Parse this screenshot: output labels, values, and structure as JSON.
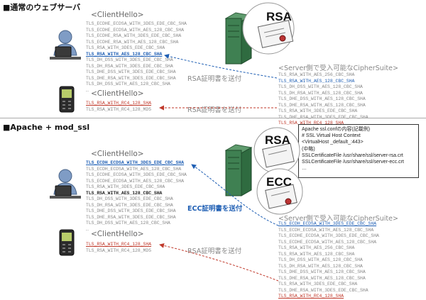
{
  "sections": {
    "normal": "■通常のウェブサーバ",
    "apache": "■Apache + mod_ssl"
  },
  "client_hello": "<ClientHello>",
  "server_suites_title": "<Server側で受入可能なCipherSuite>",
  "send_rsa": "RSA証明書を送付",
  "send_ecc": "ECC証明書を送付",
  "cert_labels": {
    "rsa": "RSA",
    "ecc": "ECC"
  },
  "top_pc_list": [
    "TLS_ECDHE_ECDSA_WITH_3DES_EDE_CBC_SHA",
    "TLS_ECDHE_ECDSA_WITH_AES_128_CBC_SHA",
    "TLS_ECDHE_RSA_WITH_3DES_EDE_CBC_SHA",
    "TLS_ECDHE_RSA_WITH_AES_128_CBC_SHA",
    "TLS_RSA_WITH_3DES_EDE_CBC_SHA",
    "TLS_RSA_WITH_AES_128_CBC_SHA",
    "TLS_DH_DSS_WITH_3DES_EDE_CBC_SHA",
    "TLS_DH_RSA_WITH_3DES_EDE_CBC_SHA",
    "TLS_DHE_DSS_WITH_3DES_EDE_CBC_SHA",
    "TLS_DHE_RSA_WITH_3DES_EDE_CBC_SHA",
    "TLS_DH_DSS_WITH_AES_128_CBC_SHA",
    "…"
  ],
  "top_mobile_list": [
    "TLS_RSA_WITH_RC4_128_SHA",
    "TLS_RSA_WITH_RC4_128_MD5"
  ],
  "top_server_list": [
    "TLS_RSA_WITH_AES_256_CBC_SHA",
    "TLS_RSA_WITH_AES_128_CBC_SHA",
    "TLS_DH_DSS_WITH_AES_128_CBC_SHA",
    "TLS_DH_RSA_WITH_AES_128_CBC_SHA",
    "TLS_DHE_DSS_WITH_AES_128_CBC_SHA",
    "TLS_DHE_RSA_WITH_AES_128_CBC_SHA",
    "TLS_RSA_WITH_3DES_EDE_CBC_SHA",
    "TLS_DHE_RSA_WITH_3DES_EDE_CBC_SHA",
    "TLS_RSA_WITH_RC4_128_SHA"
  ],
  "bottom_pc_list": [
    "TLS_ECDH_ECDSA_WITH_3DES_EDE_CBC_SHA",
    "TLS_ECDH_ECDSA_WITH_AES_128_CBC_SHA",
    "TLS_ECDHE_ECDSA_WITH_3DES_EDE_CBC_SHA",
    "TLS_ECDHE_ECDSA_WITH_AES_128_CBC_SHA",
    "TLS_RSA_WITH_3DES_EDE_CBC_SHA",
    "TLS_RSA_WITH_AES_128_CBC_SHA",
    "TLS_DH_DSS_WITH_3DES_EDE_CBC_SHA",
    "TLS_DH_RSA_WITH_3DES_EDE_CBC_SHA",
    "TLS_DHE_DSS_WITH_3DES_EDE_CBC_SHA",
    "TLS_DHE_RSA_WITH_3DES_EDE_CBC_SHA",
    "TLS_DH_DSS_WITH_AES_128_CBC_SHA",
    "…"
  ],
  "bottom_mobile_list": [
    "TLS_RSA_WITH_RC4_128_SHA",
    "TLS_RSA_WITH_RC4_128_MD5"
  ],
  "bottom_server_list": [
    "TLS_ECDH_ECDSA_WITH_3DES_EDE_CBC_SHA",
    "TLS_ECDH_ECDSA_WITH_AES_128_CBC_SHA",
    "TLS_ECDHE_ECDSA_WITH_3DES_EDE_CBC_SHA",
    "TLS_ECDHE_ECDSA_WITH_AES_128_CBC_SHA",
    "TLS_RSA_WITH_AES_256_CBC_SHA",
    "TLS_RSA_WITH_AES_128_CBC_SHA",
    "TLS_DH_DSS_WITH_AES_128_CBC_SHA",
    "TLS_DH_RSA_WITH_AES_128_CBC_SHA",
    "TLS_DHE_DSS_WITH_AES_128_CBC_SHA",
    "TLS_DHE_RSA_WITH_AES_128_CBC_SHA",
    "TLS_RSA_WITH_3DES_EDE_CBC_SHA",
    "TLS_DHE_RSA_WITH_3DES_EDE_CBC_SHA",
    "TLS_RSA_WITH_RC4_128_SHA"
  ],
  "config_lines": [
    "Apache ssl.confの内容(記載例)",
    "#  SSL Virtual Host Context",
    "<VirtualHost _default_:443>",
    "(中略)",
    "SSLCertificateFile /usr/share/ssl/server-rsa.crt",
    "SSLCertificateFile /usr/share/ssl/server-ecc.crt",
    "…"
  ],
  "colors": {
    "blue": "#1f5fb4",
    "red": "#c0392b",
    "gray": "#888888"
  }
}
